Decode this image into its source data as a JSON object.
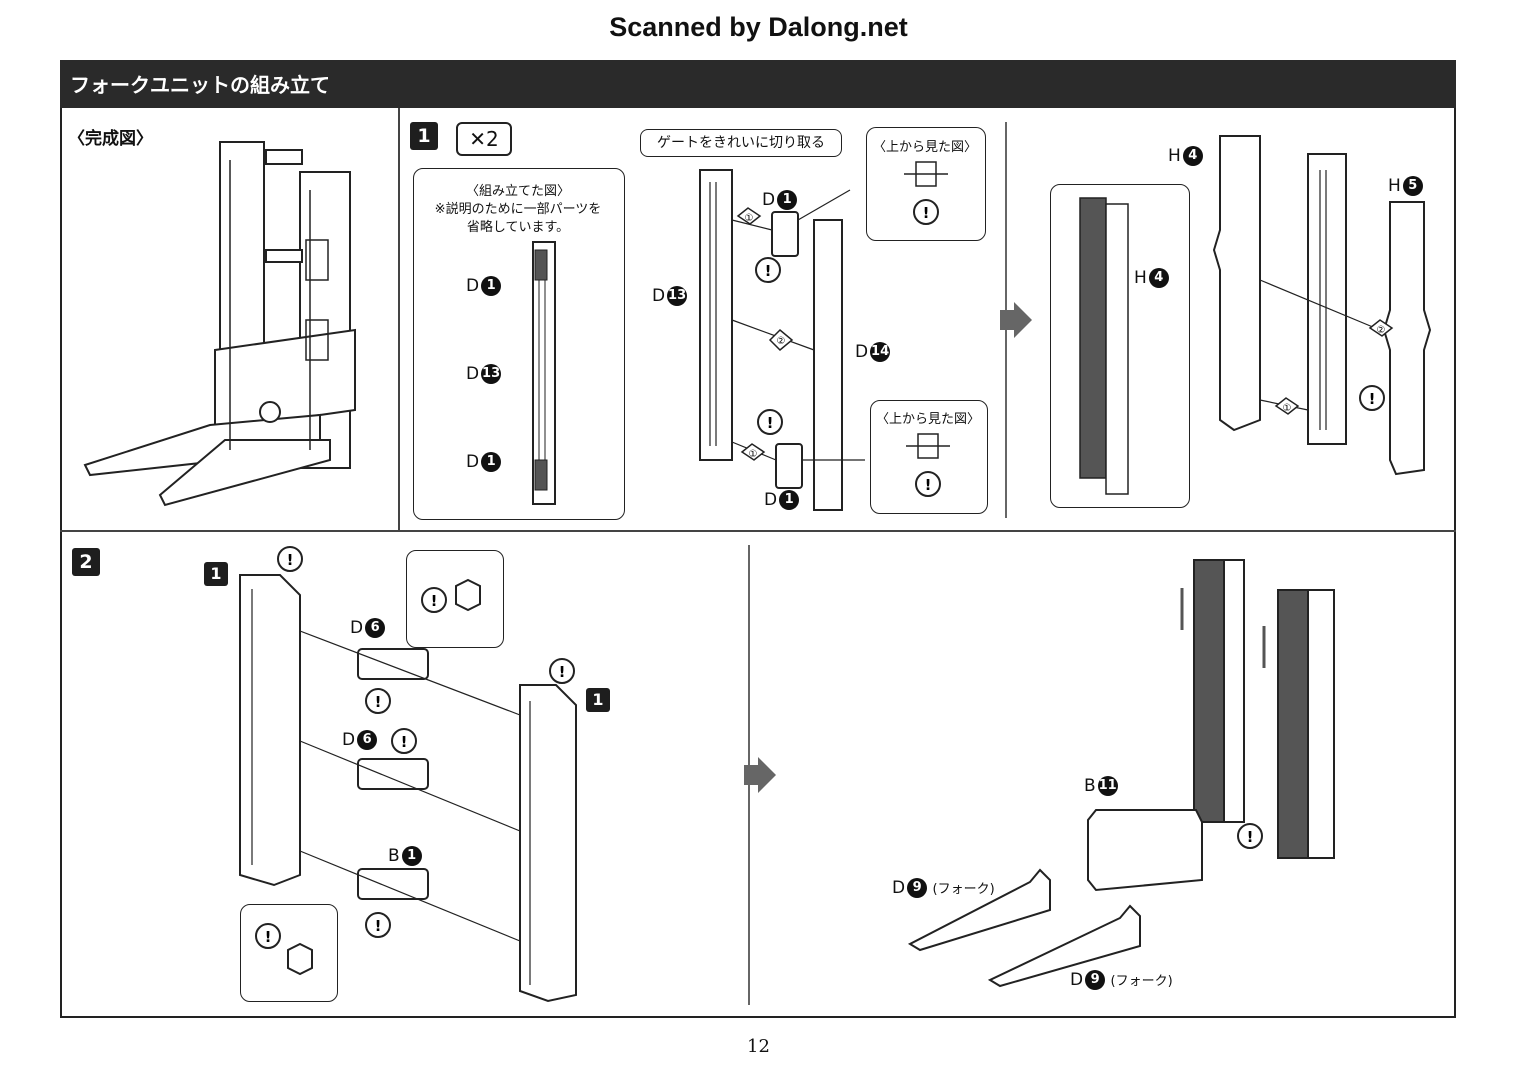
{
  "header": {
    "scan_credit": "Scanned by Dalong.net"
  },
  "section": {
    "title": "フォークユニットの組み立て"
  },
  "completed": {
    "label": "〈完成図〉"
  },
  "step1": {
    "number": "1",
    "multiplier": "✕2",
    "assembled_caption_1": "〈組み立てた図〉",
    "assembled_caption_2": "※説明のために一部パーツを",
    "assembled_caption_3": "省略しています。",
    "gate_note": "ゲートをきれいに切り取る",
    "top_view_1": "〈上から見た図〉",
    "top_view_2": "〈上から見た図〉",
    "parts": {
      "d_letter": "D",
      "h_letter": "H",
      "n1": "1",
      "n13": "13",
      "n14": "14",
      "n4": "4",
      "n5": "5"
    },
    "sub_1": "1",
    "sub_2": "2"
  },
  "step2": {
    "number": "2",
    "ref_step": "1",
    "parts": {
      "d": "D",
      "b": "B",
      "n6": "6",
      "n1": "1",
      "n11": "11",
      "n9": "9"
    },
    "fork_label": "(フォーク)"
  },
  "page_number": "12",
  "colors": {
    "header_bg": "#2a2a2a",
    "part_fill_dark": "#555555"
  }
}
